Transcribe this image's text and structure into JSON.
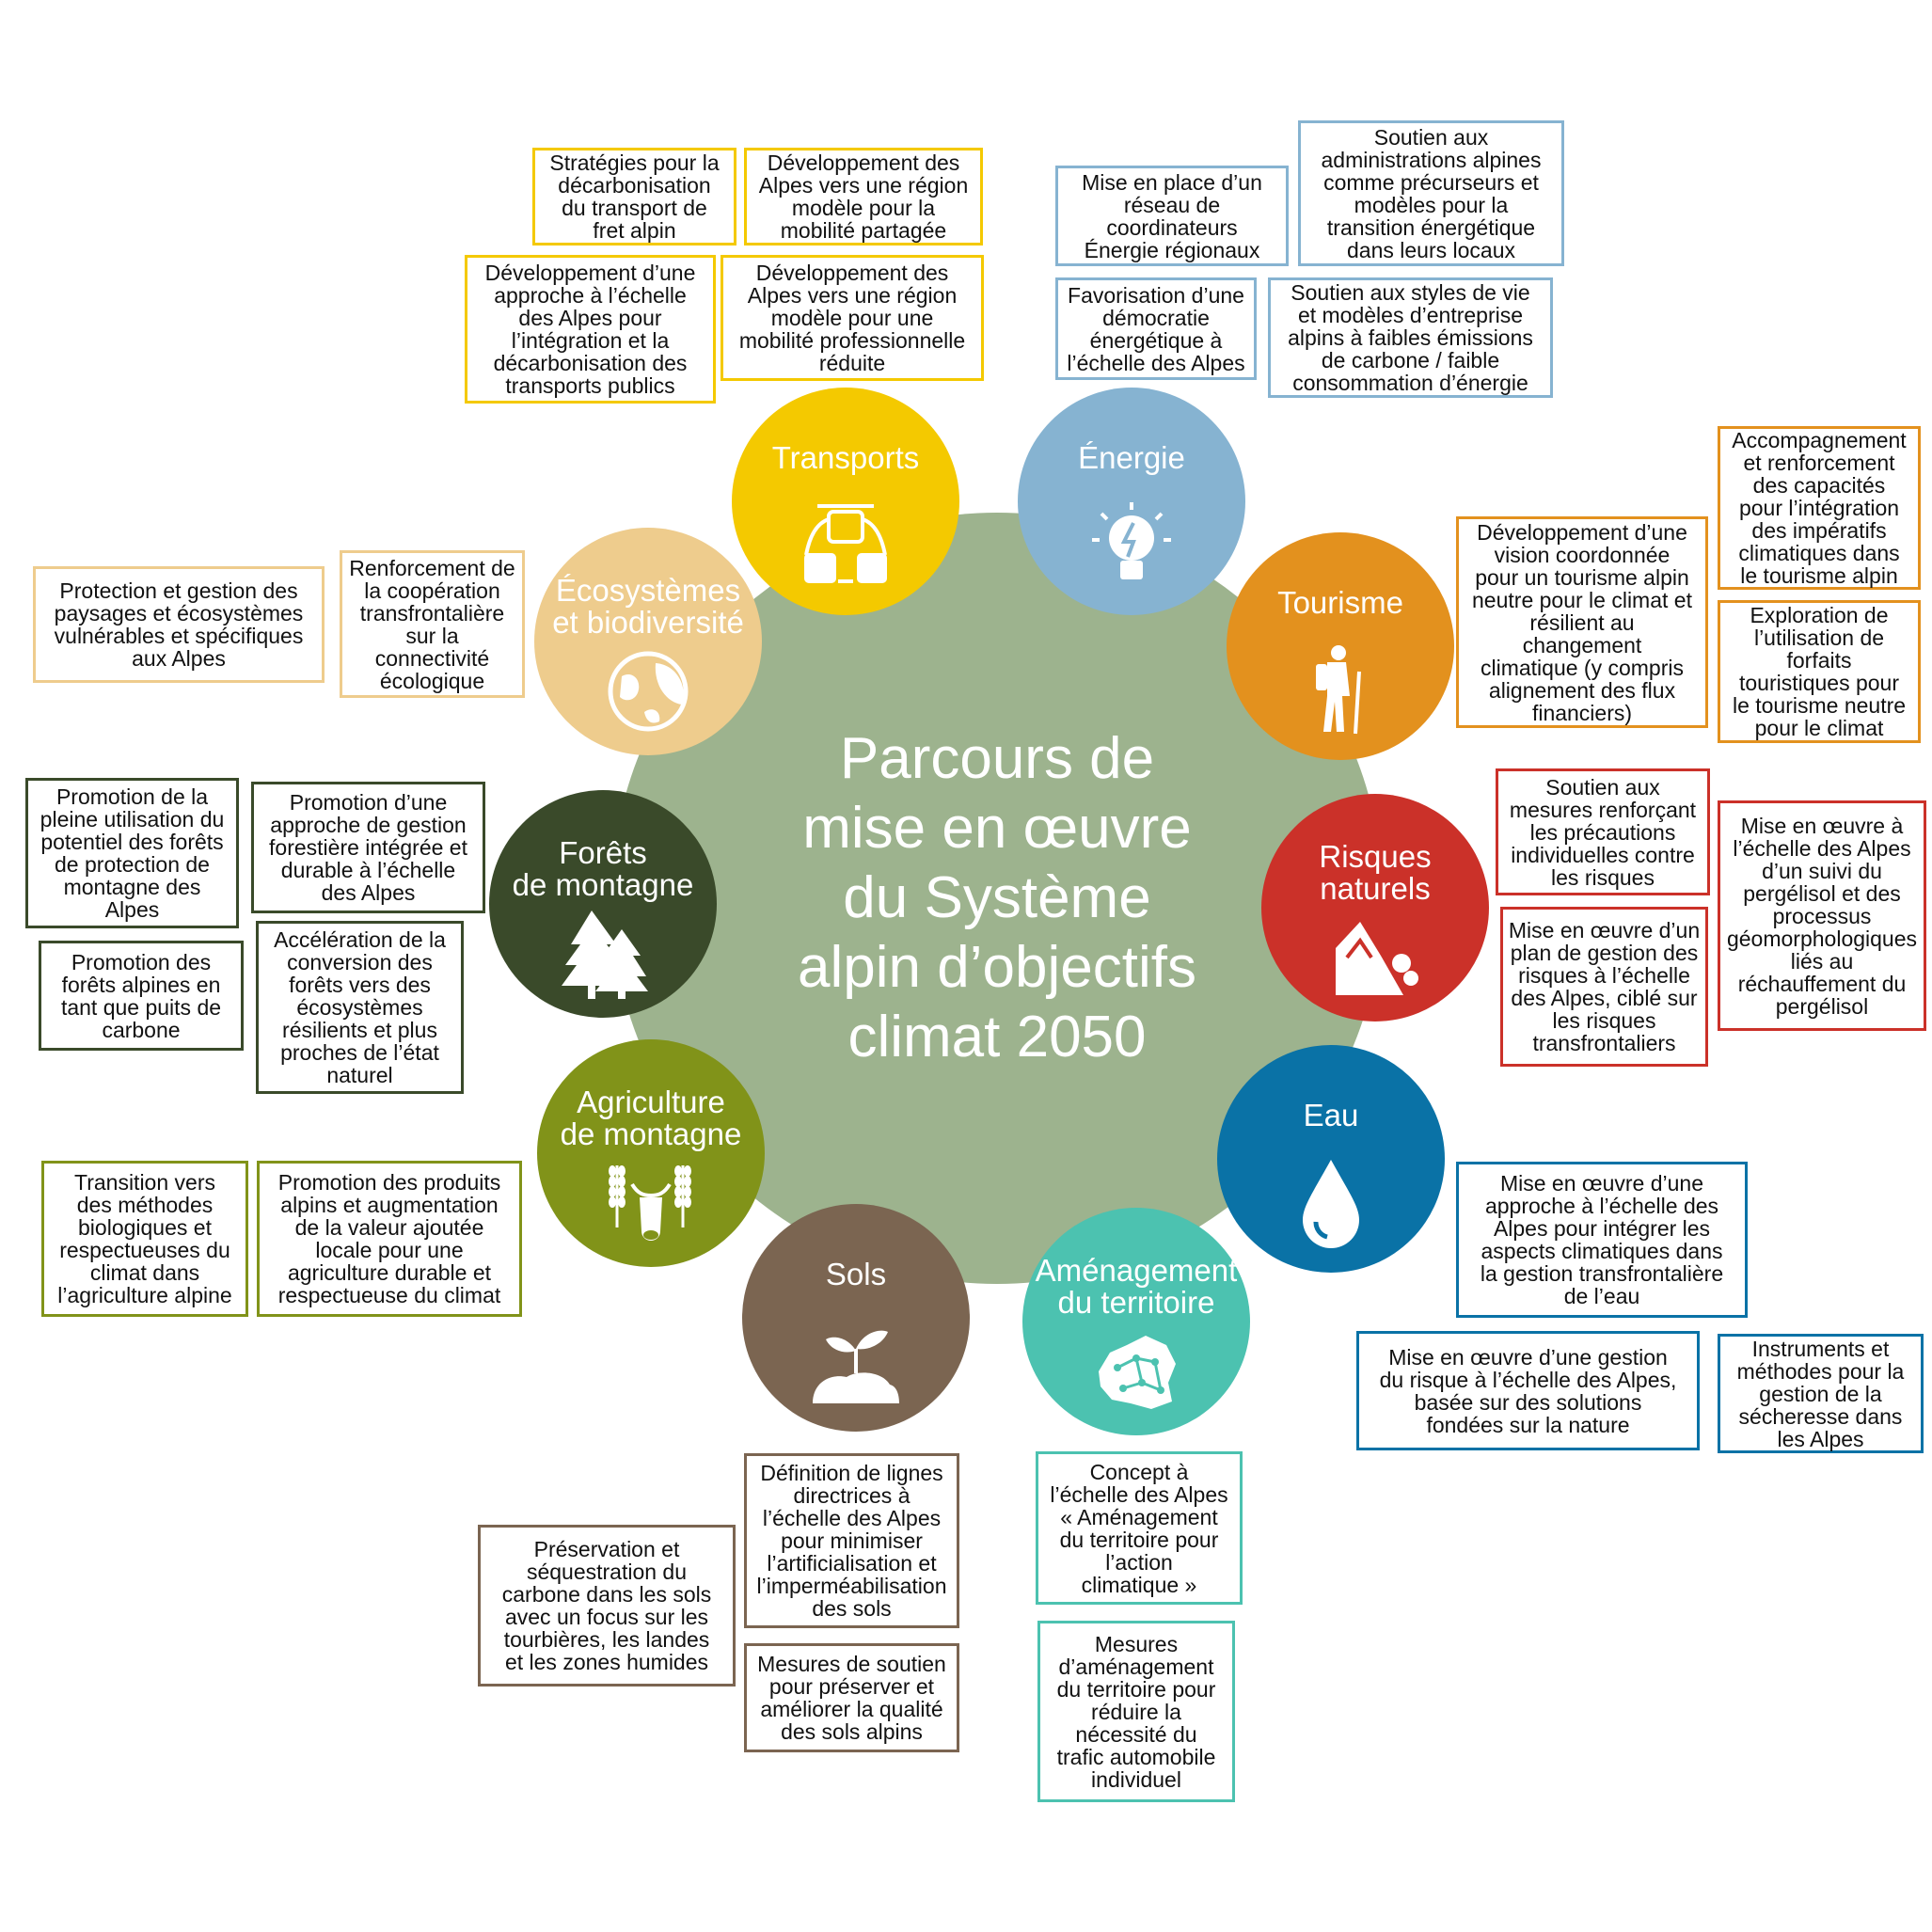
{
  "center_title": [
    "Parcours de",
    "mise en œuvre",
    "du Système",
    "alpin d’objectifs",
    "climat 2050"
  ],
  "themes": [
    {
      "id": "transports",
      "label": [
        "Transports"
      ],
      "color": "#f4c900",
      "icon": "cable-car-transit-icon"
    },
    {
      "id": "energie",
      "label": [
        "Énergie"
      ],
      "color": "#86b3d1",
      "icon": "light-bulb-icon"
    },
    {
      "id": "tourisme",
      "label": [
        "Tourisme"
      ],
      "color": "#e3911e",
      "icon": "hiker-icon"
    },
    {
      "id": "risques",
      "label": [
        "Risques",
        "naturels"
      ],
      "color": "#cb3129",
      "icon": "rockfall-icon"
    },
    {
      "id": "eau",
      "label": [
        "Eau"
      ],
      "color": "#0a72a6",
      "icon": "water-drop-icon"
    },
    {
      "id": "amenagement",
      "label": [
        "Aménagement",
        "du territoire"
      ],
      "color": "#4cc2b0",
      "icon": "territory-network-icon"
    },
    {
      "id": "sols",
      "label": [
        "Sols"
      ],
      "color": "#7b6551",
      "icon": "sprout-soil-icon"
    },
    {
      "id": "agriculture",
      "label": [
        "Agriculture",
        "de montagne"
      ],
      "color": "#819319",
      "icon": "wheat-cow-icon"
    },
    {
      "id": "forets",
      "label": [
        "Forêts",
        "de montagne"
      ],
      "color": "#3a4a2a",
      "icon": "pine-trees-icon"
    },
    {
      "id": "ecosystemes",
      "label": [
        "Écosystèmes",
        "et biodiversité"
      ],
      "color": "#eecc8d",
      "icon": "globe-leaf-icon"
    }
  ],
  "boxes": [
    {
      "theme": "transports",
      "lines": [
        "Stratégies pour la",
        "décarbonisation",
        "du transport de",
        "fret alpin"
      ]
    },
    {
      "theme": "transports",
      "lines": [
        "Développement des",
        "Alpes vers une région",
        "modèle pour la",
        "mobilité partagée"
      ]
    },
    {
      "theme": "transports",
      "lines": [
        "Développement d’une",
        "approche à l’échelle",
        "des Alpes pour",
        "l’intégration et la",
        "décarbonisation des",
        "transports publics"
      ]
    },
    {
      "theme": "transports",
      "lines": [
        "Développement des",
        "Alpes vers une région",
        "modèle pour une",
        "mobilité professionnelle",
        "réduite"
      ]
    },
    {
      "theme": "energie",
      "lines": [
        "Mise en place d’un",
        "réseau de",
        "coordinateurs",
        "Énergie régionaux"
      ]
    },
    {
      "theme": "energie",
      "lines": [
        "Soutien aux",
        "administrations alpines",
        "comme précurseurs et",
        "modèles pour la",
        "transition énergétique",
        "dans leurs locaux"
      ]
    },
    {
      "theme": "energie",
      "lines": [
        "Favorisation d’une",
        "démocratie",
        "énergétique à",
        "l’échelle des Alpes"
      ]
    },
    {
      "theme": "energie",
      "lines": [
        "Soutien aux styles de vie",
        "et modèles d’entreprise",
        "alpins à faibles émissions",
        "de carbone / faible",
        "consommation d’énergie"
      ]
    },
    {
      "theme": "tourisme",
      "lines": [
        "Accompagnement",
        "et renforcement",
        "des capacités",
        "pour l’intégration",
        "des impératifs",
        "climatiques dans",
        "le tourisme alpin"
      ]
    },
    {
      "theme": "tourisme",
      "lines": [
        "Développement d’une",
        "vision coordonnée",
        "pour un tourisme alpin",
        "neutre pour le climat et",
        "résilient au",
        "changement",
        "climatique (y compris",
        "alignement des flux",
        "financiers)"
      ]
    },
    {
      "theme": "tourisme",
      "lines": [
        "Exploration de",
        "l’utilisation de",
        "forfaits",
        "touristiques pour",
        "le tourisme neutre",
        "pour le climat"
      ]
    },
    {
      "theme": "risques",
      "lines": [
        "Soutien aux",
        "mesures renforçant",
        "les précautions",
        "individuelles contre",
        "les risques"
      ]
    },
    {
      "theme": "risques",
      "lines": [
        "Mise en œuvre à",
        "l’échelle des Alpes",
        "d’un suivi du",
        "pergélisol et des",
        "processus",
        "géomorphologiques",
        "liés au",
        "réchauffement du",
        "pergélisol"
      ]
    },
    {
      "theme": "risques",
      "lines": [
        "Mise en œuvre d’un",
        "plan de gestion des",
        "risques à l’échelle",
        "des Alpes, ciblé sur",
        "les risques",
        "transfrontaliers"
      ]
    },
    {
      "theme": "eau",
      "lines": [
        "Mise en œuvre d’une",
        "approche à l’échelle des",
        "Alpes pour intégrer les",
        "aspects climatiques dans",
        "la gestion transfrontalière",
        "de l’eau"
      ]
    },
    {
      "theme": "eau",
      "lines": [
        "Mise en œuvre d’une gestion",
        "du risque à l’échelle des Alpes,",
        "basée sur des solutions",
        "fondées sur la nature"
      ]
    },
    {
      "theme": "eau",
      "lines": [
        "Instruments et",
        "méthodes pour la",
        "gestion de la",
        "sécheresse dans",
        "les Alpes"
      ]
    },
    {
      "theme": "amenagement",
      "lines": [
        "Concept à",
        "l’échelle des Alpes",
        "« Aménagement",
        "du territoire pour",
        "l’action",
        "climatique »"
      ]
    },
    {
      "theme": "amenagement",
      "lines": [
        "Mesures",
        "d’aménagement",
        "du territoire pour",
        "réduire la",
        "nécessité du",
        "trafic automobile",
        "individuel"
      ]
    },
    {
      "theme": "sols",
      "lines": [
        "Définition de lignes",
        "directrices à",
        "l’échelle des Alpes",
        "pour minimiser",
        "l’artificialisation et",
        "l’imperméabilisation",
        "des sols"
      ]
    },
    {
      "theme": "sols",
      "lines": [
        "Préservation et",
        "séquestration du",
        "carbone dans les sols",
        "avec un focus sur les",
        "tourbières, les landes",
        "et les zones humides"
      ]
    },
    {
      "theme": "sols",
      "lines": [
        "Mesures de soutien",
        "pour préserver et",
        "améliorer la qualité",
        "des sols alpins"
      ]
    },
    {
      "theme": "agriculture",
      "lines": [
        "Transition vers",
        "des méthodes",
        "biologiques et",
        "respectueuses du",
        "climat dans",
        "l’agriculture alpine"
      ]
    },
    {
      "theme": "agriculture",
      "lines": [
        "Promotion des produits",
        "alpins et augmentation",
        "de la valeur ajoutée",
        "locale pour une",
        "agriculture durable et",
        "respectueuse du climat"
      ]
    },
    {
      "theme": "forets",
      "lines": [
        "Promotion de la",
        "pleine utilisation du",
        "potentiel des forêts",
        "de protection de",
        "montagne des",
        "Alpes"
      ]
    },
    {
      "theme": "forets",
      "lines": [
        "Promotion d’une",
        "approche de gestion",
        "forestière intégrée et",
        "durable à l’échelle",
        "des Alpes"
      ]
    },
    {
      "theme": "forets",
      "lines": [
        "Promotion des",
        "forêts alpines en",
        "tant que puits de",
        "carbone"
      ]
    },
    {
      "theme": "forets",
      "lines": [
        "Accélération de la",
        "conversion des",
        "forêts vers des",
        "écosystèmes",
        "résilients et plus",
        "proches de l’état",
        "naturel"
      ]
    },
    {
      "theme": "ecosystemes",
      "lines": [
        "Protection et gestion des",
        "paysages et écosystèmes",
        "vulnérables et spécifiques",
        "aux Alpes"
      ]
    },
    {
      "theme": "ecosystemes",
      "lines": [
        "Renforcement de",
        "la coopération",
        "transfrontalière",
        "sur la",
        "connectivité",
        "écologique"
      ]
    }
  ]
}
